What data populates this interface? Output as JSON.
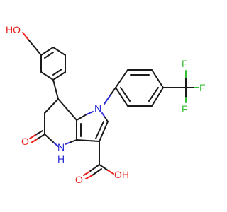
{
  "molecule": {
    "atoms": {
      "oh_top": "HO",
      "n_ring": "N",
      "f1": "F",
      "f2": "F",
      "f3": "F",
      "o_lactam": "O",
      "nh": "N",
      "h_nh": "H",
      "o_acid": "O",
      "oh_acid": "OH"
    },
    "colors": {
      "bond": "#1a1a1a",
      "oxygen": "#e8211a",
      "nitrogen": "#2a2ad6",
      "fluorine": "#35c035"
    }
  }
}
